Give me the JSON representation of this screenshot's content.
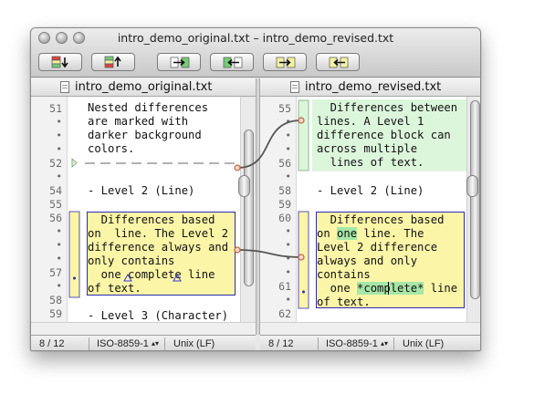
{
  "window": {
    "title": "intro_demo_original.txt – intro_demo_revised.txt"
  },
  "toolbar": {
    "buttons": [
      {
        "name": "copy-to-bottom",
        "icon": "down-arrow-icon"
      },
      {
        "name": "copy-to-top",
        "icon": "up-arrow-icon"
      },
      {
        "name": "copy-to-right",
        "icon": "right-arrow-icon"
      },
      {
        "name": "copy-to-left",
        "icon": "left-arrow-icon"
      },
      {
        "name": "next-difference",
        "icon": "next-diff-icon"
      },
      {
        "name": "previous-difference",
        "icon": "prev-diff-icon"
      }
    ]
  },
  "left": {
    "filename": "intro_demo_original.txt",
    "line_numbers": {
      "n51": "51",
      "n52": "52",
      "n54": "54",
      "n55": "55",
      "n56": "56",
      "n57": "57",
      "n58": "58",
      "n59": "59",
      "dot": "•"
    },
    "lines": {
      "l1": "Nested differences",
      "l2": "are marked with",
      "l3": "darker background",
      "l4": "colors.",
      "l5": "- Level 2 (Line)",
      "l6": "  Differences based",
      "l7": "on  line. The Level 2",
      "l8": "difference always and",
      "l9": "only contains",
      "l10": "  one complete line",
      "l11": "of text.",
      "l12": "- Level 3 (Character)"
    },
    "status": {
      "position": "8 / 12",
      "encoding": "ISO-8859-1",
      "line_endings": "Unix (LF)"
    }
  },
  "right": {
    "filename": "intro_demo_revised.txt",
    "line_numbers": {
      "n55": "55",
      "n56": "56",
      "n58": "58",
      "n59": "59",
      "n60": "60",
      "n61": "61",
      "n62": "62",
      "dot": "•"
    },
    "lines": {
      "r1": "  Differences between",
      "r2": "lines. A Level 1",
      "r3": "difference block can",
      "r4": "across multiple",
      "r5": "  lines of text.",
      "r6": "- Level 2 (Line)",
      "r7": "  Differences based",
      "r8a": "on ",
      "r8b": "one",
      "r8c": " line. The",
      "r9": "Level 2 difference",
      "r10": "always and only",
      "r11": "contains",
      "r12a": "  one ",
      "r12b": "*complete*",
      "r12c": " line",
      "r13": "of text."
    },
    "status": {
      "position": "8 / 12",
      "encoding": "ISO-8859-1",
      "line_endings": "Unix (LF)"
    }
  },
  "colors": {
    "level2": "#fbf5a8",
    "level1": "#dcf6dc",
    "char_highlight": "#a6e6a6",
    "connector": "#555555",
    "connector_end": "#c0653f"
  }
}
